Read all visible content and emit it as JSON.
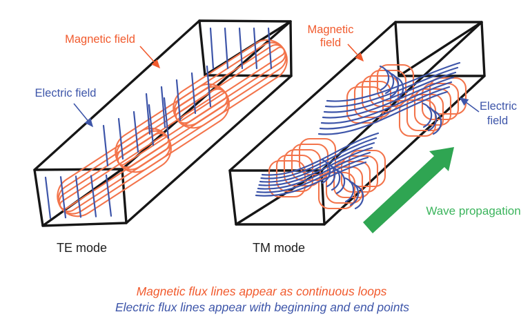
{
  "figure": {
    "type": "waveguide-mode-field-diagram",
    "panels": [
      {
        "id": "te",
        "mode_label": "TE mode",
        "field_labels": {
          "magnetic": "Magnetic field",
          "electric": "Electric field"
        }
      },
      {
        "id": "tm",
        "mode_label": "TM mode",
        "field_labels": {
          "magnetic_line1": "Magnetic",
          "magnetic_line2": "field",
          "electric_line1": "Electric",
          "electric_line2": "field"
        }
      }
    ],
    "wave_propagation_label": "Wave propagation",
    "captions": {
      "magnetic": "Magnetic flux lines appear as continuous loops",
      "electric": "Electric flux lines appear with beginning and end points"
    }
  },
  "colors": {
    "orange_text": "#F15A2D",
    "orange_line": "#F3744B",
    "blue": "#3D55A9",
    "green_arrow": "#2FA552",
    "green_text": "#3BB45C",
    "outline_black": "#161616",
    "background": "#FFFFFF"
  }
}
